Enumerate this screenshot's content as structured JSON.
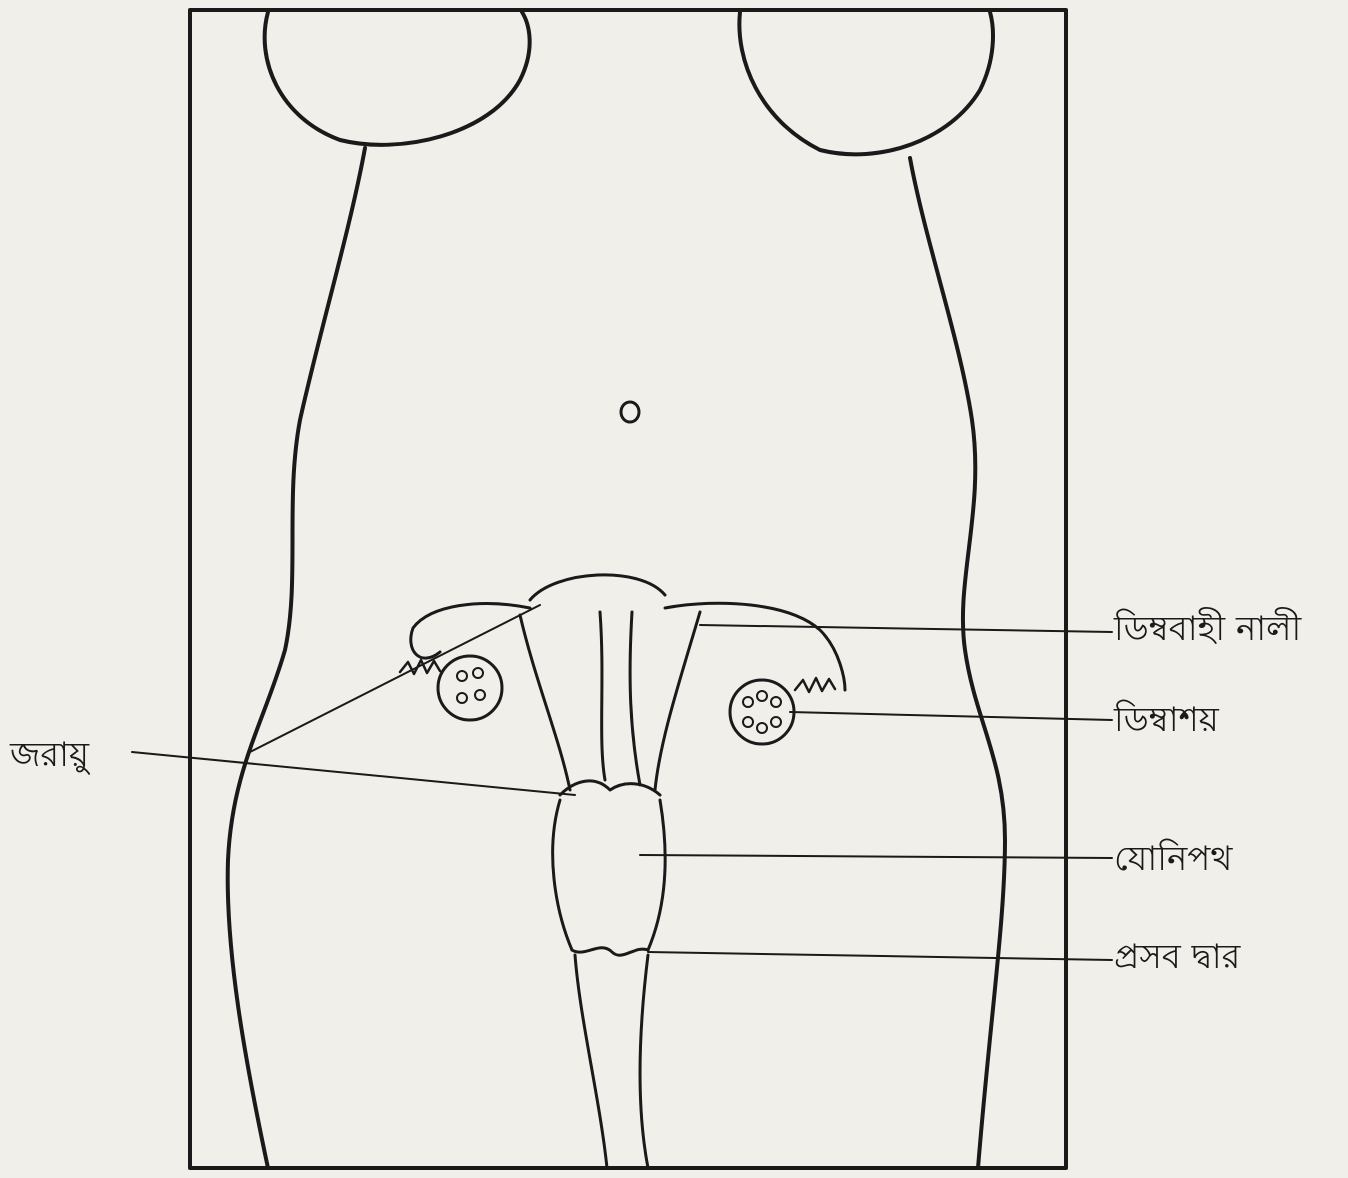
{
  "diagram": {
    "labels": {
      "fallopian_tube": "ডিম্ববাহী নালী",
      "ovary": "ডিম্বাশয়",
      "uterus": "জরায়ু",
      "vagina": "যোনিপথ",
      "birth_canal": "প্রসব দ্বার"
    }
  },
  "colors": {
    "paper": "#f1efe9",
    "ink": "#1a1a1a"
  }
}
